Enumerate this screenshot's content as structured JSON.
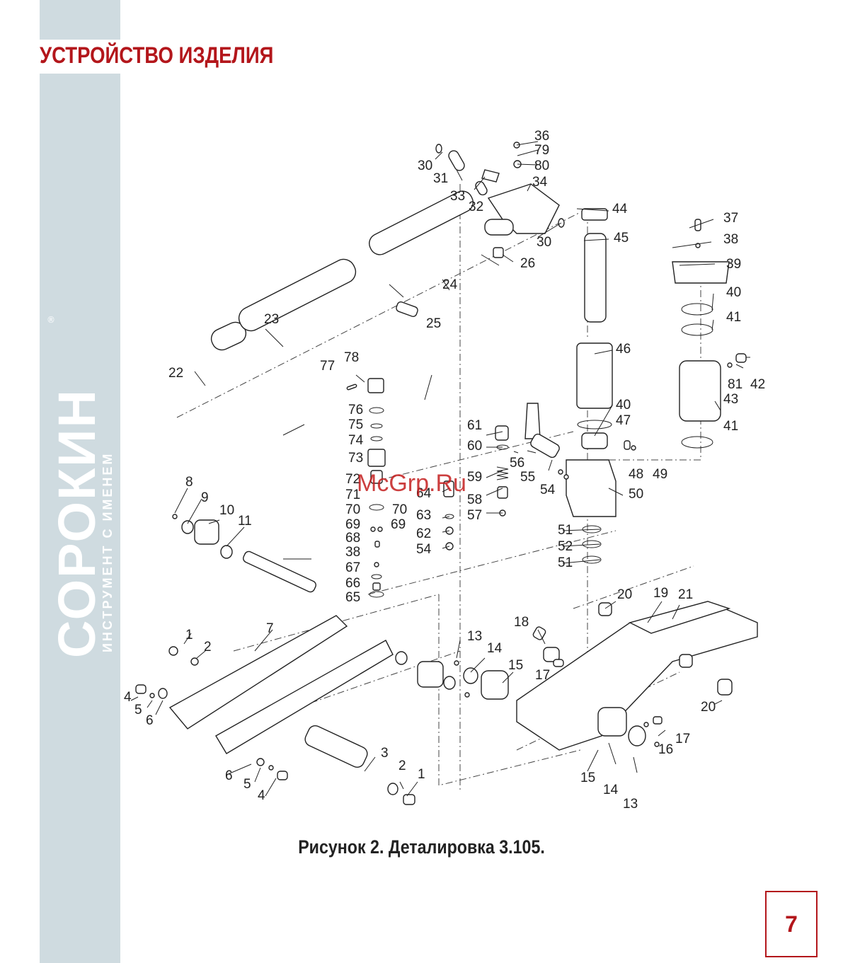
{
  "section_title": "УСТРОЙСТВО ИЗДЕЛИЯ",
  "brand": {
    "name": "СОРОКИН",
    "tagline": "ИНСТРУМЕНТ С ИМЕНЕМ",
    "reg": "®"
  },
  "watermark": "McGrp.Ru",
  "caption": "Рисунок 2. Деталировка 3.105.",
  "page_number": "7",
  "accent_color": "#b3161b",
  "strip_color": "#cfdbe0",
  "callouts": [
    "1",
    "2",
    "3",
    "4",
    "5",
    "6",
    "7",
    "8",
    "9",
    "10",
    "11",
    "13",
    "14",
    "15",
    "16",
    "17",
    "18",
    "19",
    "20",
    "21",
    "22",
    "23",
    "24",
    "25",
    "26",
    "30",
    "31",
    "32",
    "33",
    "34",
    "36",
    "37",
    "38",
    "39",
    "40",
    "41",
    "42",
    "43",
    "44",
    "45",
    "46",
    "47",
    "48",
    "49",
    "50",
    "51",
    "52",
    "54",
    "55",
    "56",
    "57",
    "58",
    "59",
    "60",
    "61",
    "62",
    "63",
    "64",
    "65",
    "66",
    "67",
    "68",
    "69",
    "70",
    "71",
    "72",
    "73",
    "74",
    "75",
    "76",
    "77",
    "78",
    "79",
    "80",
    "81"
  ]
}
